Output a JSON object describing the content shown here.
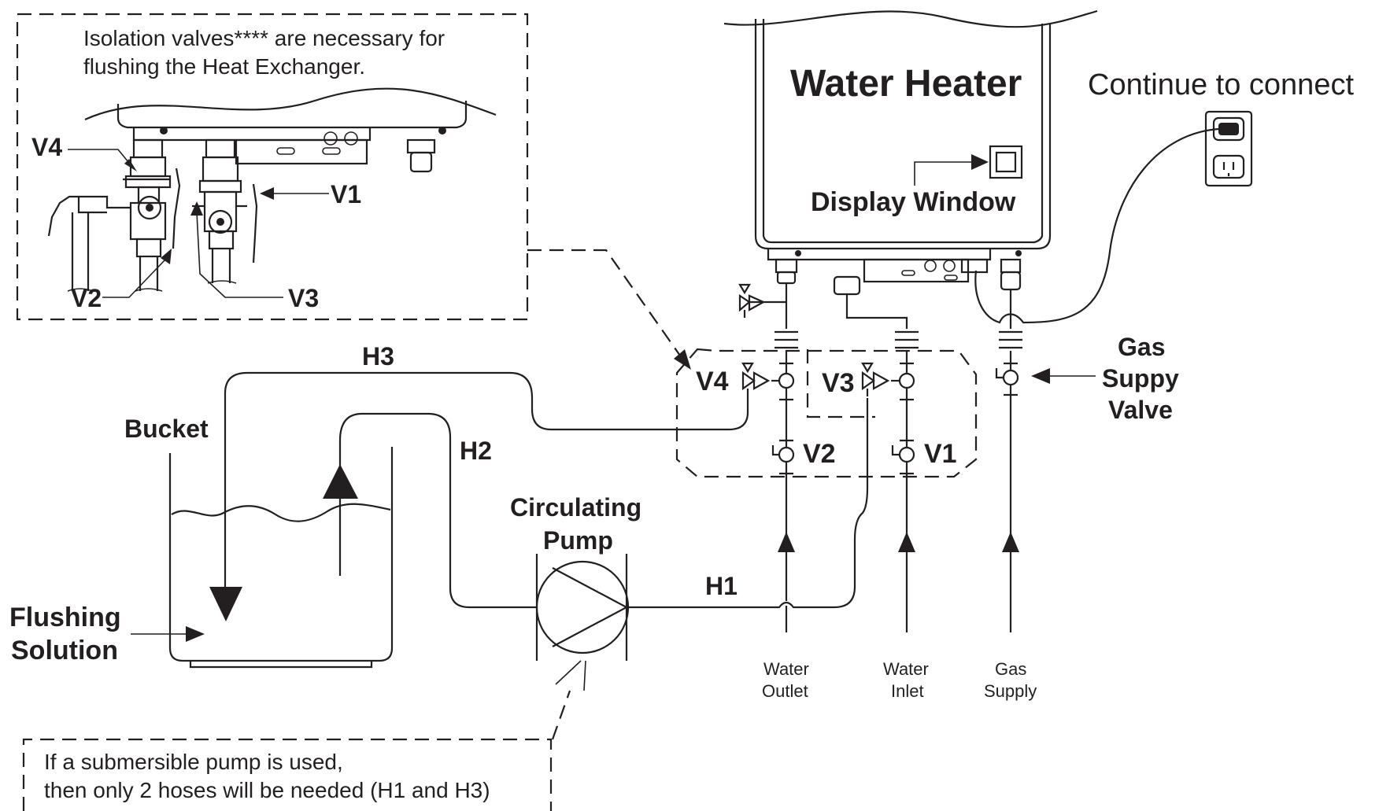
{
  "labels": {
    "isolation_note_line1": "Isolation valves**** are necessary for",
    "isolation_note_line2": "flushing the Heat Exchanger.",
    "inset_v4": "V4",
    "inset_v1": "V1",
    "inset_v2": "V2",
    "inset_v3": "V3",
    "water_heater": "Water Heater",
    "display_window": "Display Window",
    "continue_to_connect": "Continue to connect",
    "gas_supply_valve_line1": "Gas",
    "gas_supply_valve_line2": "Suppy",
    "gas_supply_valve_line3": "Valve",
    "v4": "V4",
    "v3": "V3",
    "v2": "V2",
    "v1": "V1",
    "h3": "H3",
    "h2": "H2",
    "h1": "H1",
    "bucket": "Bucket",
    "circulating_pump_line1": "Circulating",
    "circulating_pump_line2": "Pump",
    "flushing_solution_line1": "Flushing",
    "flushing_solution_line2": "Solution",
    "water_outlet_line1": "Water",
    "water_outlet_line2": "Outlet",
    "water_inlet_line1": "Water",
    "water_inlet_line2": "Inlet",
    "gas_supply_line1": "Gas",
    "gas_supply_line2": "Supply",
    "submersible_note_line1": "If a submersible pump is used,",
    "submersible_note_line2": "then only 2 hoses will be needed (H1 and H3)"
  },
  "icons": {
    "electrical_outlet": "electrical-outlet-icon",
    "display_window": "display-window-icon",
    "relief_valve": "relief-valve-icon"
  },
  "colors": {
    "ink": "#231f20",
    "background": "#ffffff"
  }
}
